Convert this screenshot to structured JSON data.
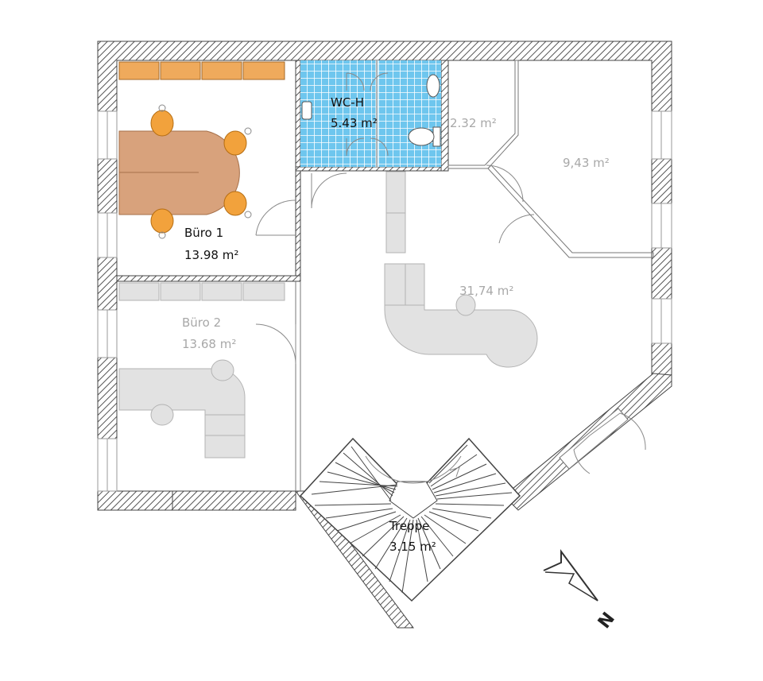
{
  "rooms": {
    "buero1": {
      "name": "Büro 1",
      "area": "13.98 m²"
    },
    "buero2": {
      "name": "Büro 2",
      "area": "13.68 m²"
    },
    "wc": {
      "name": "WC-H",
      "area": "5.43 m²"
    },
    "abstell": {
      "area": "2.32 m²"
    },
    "raum_ne": {
      "area": "9,43 m²"
    },
    "flur": {
      "area": "31,74 m²"
    },
    "treppe": {
      "name": "Treppe",
      "area": "3.15 m²"
    }
  },
  "compass": {
    "label": "N"
  },
  "colors": {
    "wall_hatch": "#555555",
    "tile": "#6ec6ee",
    "orange_furniture": "#f2a23c",
    "wood_desk": "#d8a27c",
    "grey_furniture": "#e2e2e2"
  }
}
